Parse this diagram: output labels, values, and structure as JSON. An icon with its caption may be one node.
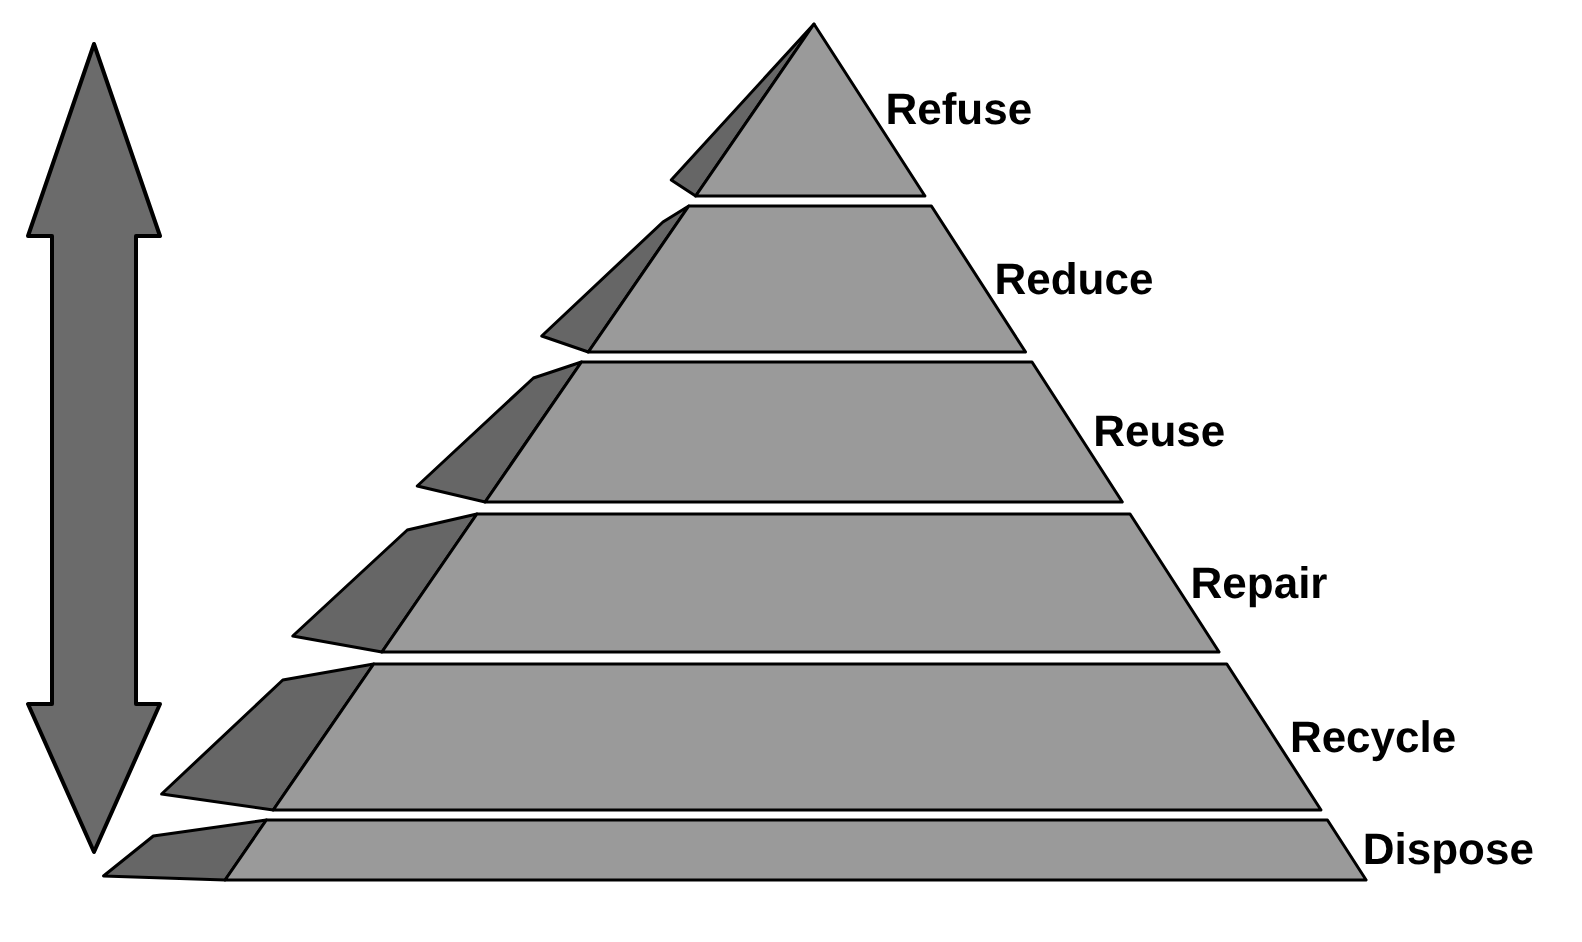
{
  "diagram": {
    "nodes": [
      {
        "text": [
          "Refuse"
        ]
      },
      {
        "text": [
          "Reduce"
        ]
      },
      {
        "text": [
          "Reuse"
        ]
      },
      {
        "text": [
          "Repair"
        ]
      },
      {
        "text": [
          "Recycle"
        ]
      },
      {
        "text": [
          "Dispose"
        ]
      }
    ],
    "edges": []
  }
}
